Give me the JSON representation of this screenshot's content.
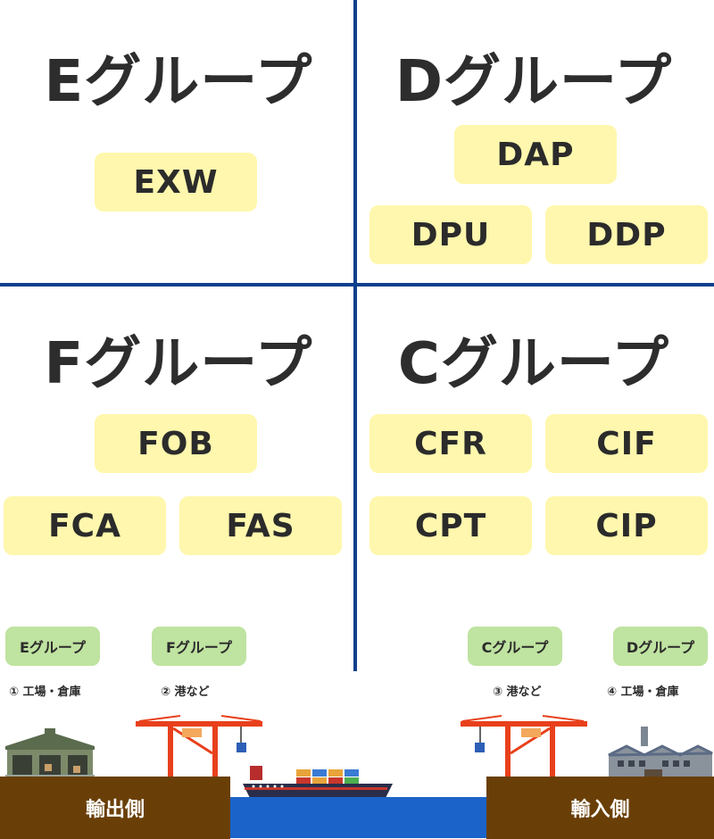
{
  "groups": {
    "e": {
      "title": "Eグループ",
      "terms": [
        "EXW"
      ]
    },
    "d": {
      "title": "Dグループ",
      "terms": [
        "DAP",
        "DPU",
        "DDP"
      ]
    },
    "f": {
      "title": "Fグループ",
      "terms": [
        "FOB",
        "FCA",
        "FAS"
      ]
    },
    "c": {
      "title": "Cグループ",
      "terms": [
        "CFR",
        "CIF",
        "CPT",
        "CIP"
      ]
    }
  },
  "flow": {
    "pills": [
      "Eグループ",
      "Fグループ",
      "Cグループ",
      "Dグループ"
    ],
    "locations": [
      "① 工場・倉庫",
      "② 港など",
      "③ 港など",
      "④ 工場・倉庫"
    ],
    "export_side": "輸出側",
    "import_side": "輸入側"
  },
  "colors": {
    "divider": "#0d3f8c",
    "term_box": "#fff7ad",
    "pill": "#bfe3a0",
    "ground": "#6a3f07",
    "sea": "#1b63c9",
    "crane": "#e8401c"
  },
  "icons": [
    "warehouse-icon",
    "crane-icon",
    "container-ship-icon",
    "factory-icon"
  ]
}
